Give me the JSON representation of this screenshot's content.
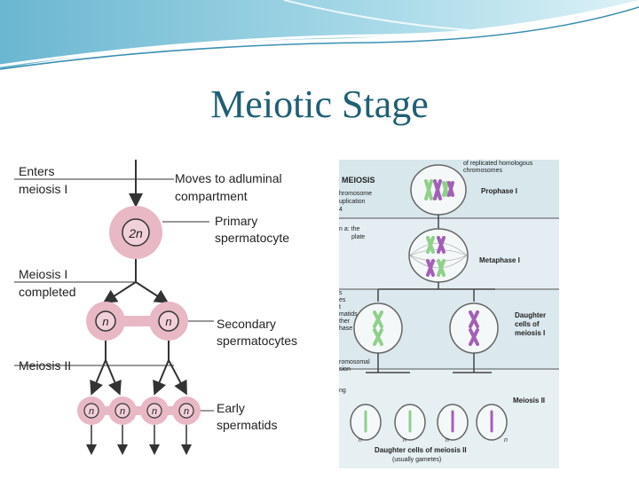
{
  "slide": {
    "title": "Meiotic Stage"
  },
  "left_diagram": {
    "labels": {
      "enters_meiosis": [
        "Enters",
        "meiosis I"
      ],
      "moves_adluminal": [
        "Moves to adluminal",
        "compartment"
      ],
      "primary": [
        "Primary",
        "spermatocyte"
      ],
      "meiosis_completed": [
        "Meiosis I",
        "completed"
      ],
      "secondary": [
        "Secondary",
        "spermatocytes"
      ],
      "meiosis_ii": "Meiosis II",
      "early": [
        "Early",
        "spermatids"
      ]
    },
    "cell_labels": {
      "diploid": "2n",
      "haploid": "n"
    }
  },
  "right_diagram": {
    "header": "MEIOSIS",
    "top_note": [
      "of replicated homologous",
      "chromosomes"
    ],
    "stages": {
      "prophase": "Prophase I",
      "metaphase": "Metaphase I",
      "daughter_meiosis_i": [
        "Daughter",
        "cells of",
        "meiosis I"
      ],
      "meiosis_ii": "Meiosis II"
    },
    "left_fragments": {
      "a": [
        "hromosome",
        "uplication",
        "4"
      ],
      "b": [
        "n a: the",
        "plate"
      ],
      "c": [
        "s",
        "es",
        "t",
        "matids",
        "ther",
        "hase"
      ],
      "d": [
        "romosomal",
        "sion"
      ],
      "e": "ng"
    },
    "cell_n_labels": [
      "n",
      "n",
      "n",
      "n"
    ],
    "bottom_caption": [
      "Daughter cells of meiosis II",
      "(usually gametes)"
    ]
  },
  "colors": {
    "title": "#1f5f74",
    "banner": "#79c2d6",
    "cell_fill": "#e8b8c4",
    "chrom_green": "#8fd08a",
    "chrom_purple": "#a35fb8"
  }
}
